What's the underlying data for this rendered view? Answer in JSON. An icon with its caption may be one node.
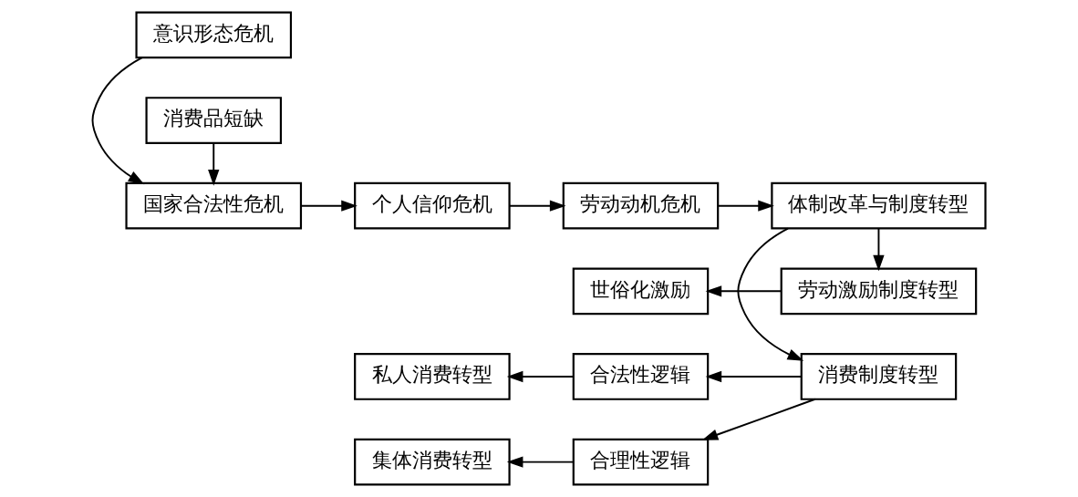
{
  "diagram": {
    "nodes": [
      {
        "text": [
          "意识形态危机"
        ]
      },
      {
        "text": [
          "国家合法性危机"
        ]
      },
      {
        "text": [
          "消费品短缺"
        ]
      },
      {
        "text": [
          "个人信仰危机"
        ]
      },
      {
        "text": [
          "劳动动机危机"
        ]
      },
      {
        "text": [
          "体制改革与制度转型"
        ]
      },
      {
        "text": [
          "世俗化激励"
        ]
      },
      {
        "text": [
          "劳动激励制度转型"
        ]
      },
      {
        "text": [
          "私人消费转型"
        ]
      },
      {
        "text": [
          "合法性逻辑"
        ]
      },
      {
        "text": [
          "消费制度转型"
        ]
      },
      {
        "text": [
          "集体消费转型"
        ]
      },
      {
        "text": [
          "合理性逻辑"
        ]
      }
    ],
    "edges": [
      {
        "from": 0,
        "to": 1,
        "arrow": "to"
      },
      {
        "from": 2,
        "to": 1,
        "arrow": "to"
      },
      {
        "from": 1,
        "to": 3,
        "arrow": "to"
      },
      {
        "from": 3,
        "to": 4,
        "arrow": "to"
      },
      {
        "from": 4,
        "to": 5,
        "arrow": "to"
      },
      {
        "from": 5,
        "to": 7,
        "arrow": "to"
      },
      {
        "from": 7,
        "to": 6,
        "arrow": "to"
      },
      {
        "from": 5,
        "to": 10,
        "arrow": "to"
      },
      {
        "from": 10,
        "to": 9,
        "arrow": "to"
      },
      {
        "from": 9,
        "to": 8,
        "arrow": "to"
      },
      {
        "from": 10,
        "to": 12,
        "arrow": "to"
      },
      {
        "from": 12,
        "to": 11,
        "arrow": "to"
      }
    ]
  }
}
